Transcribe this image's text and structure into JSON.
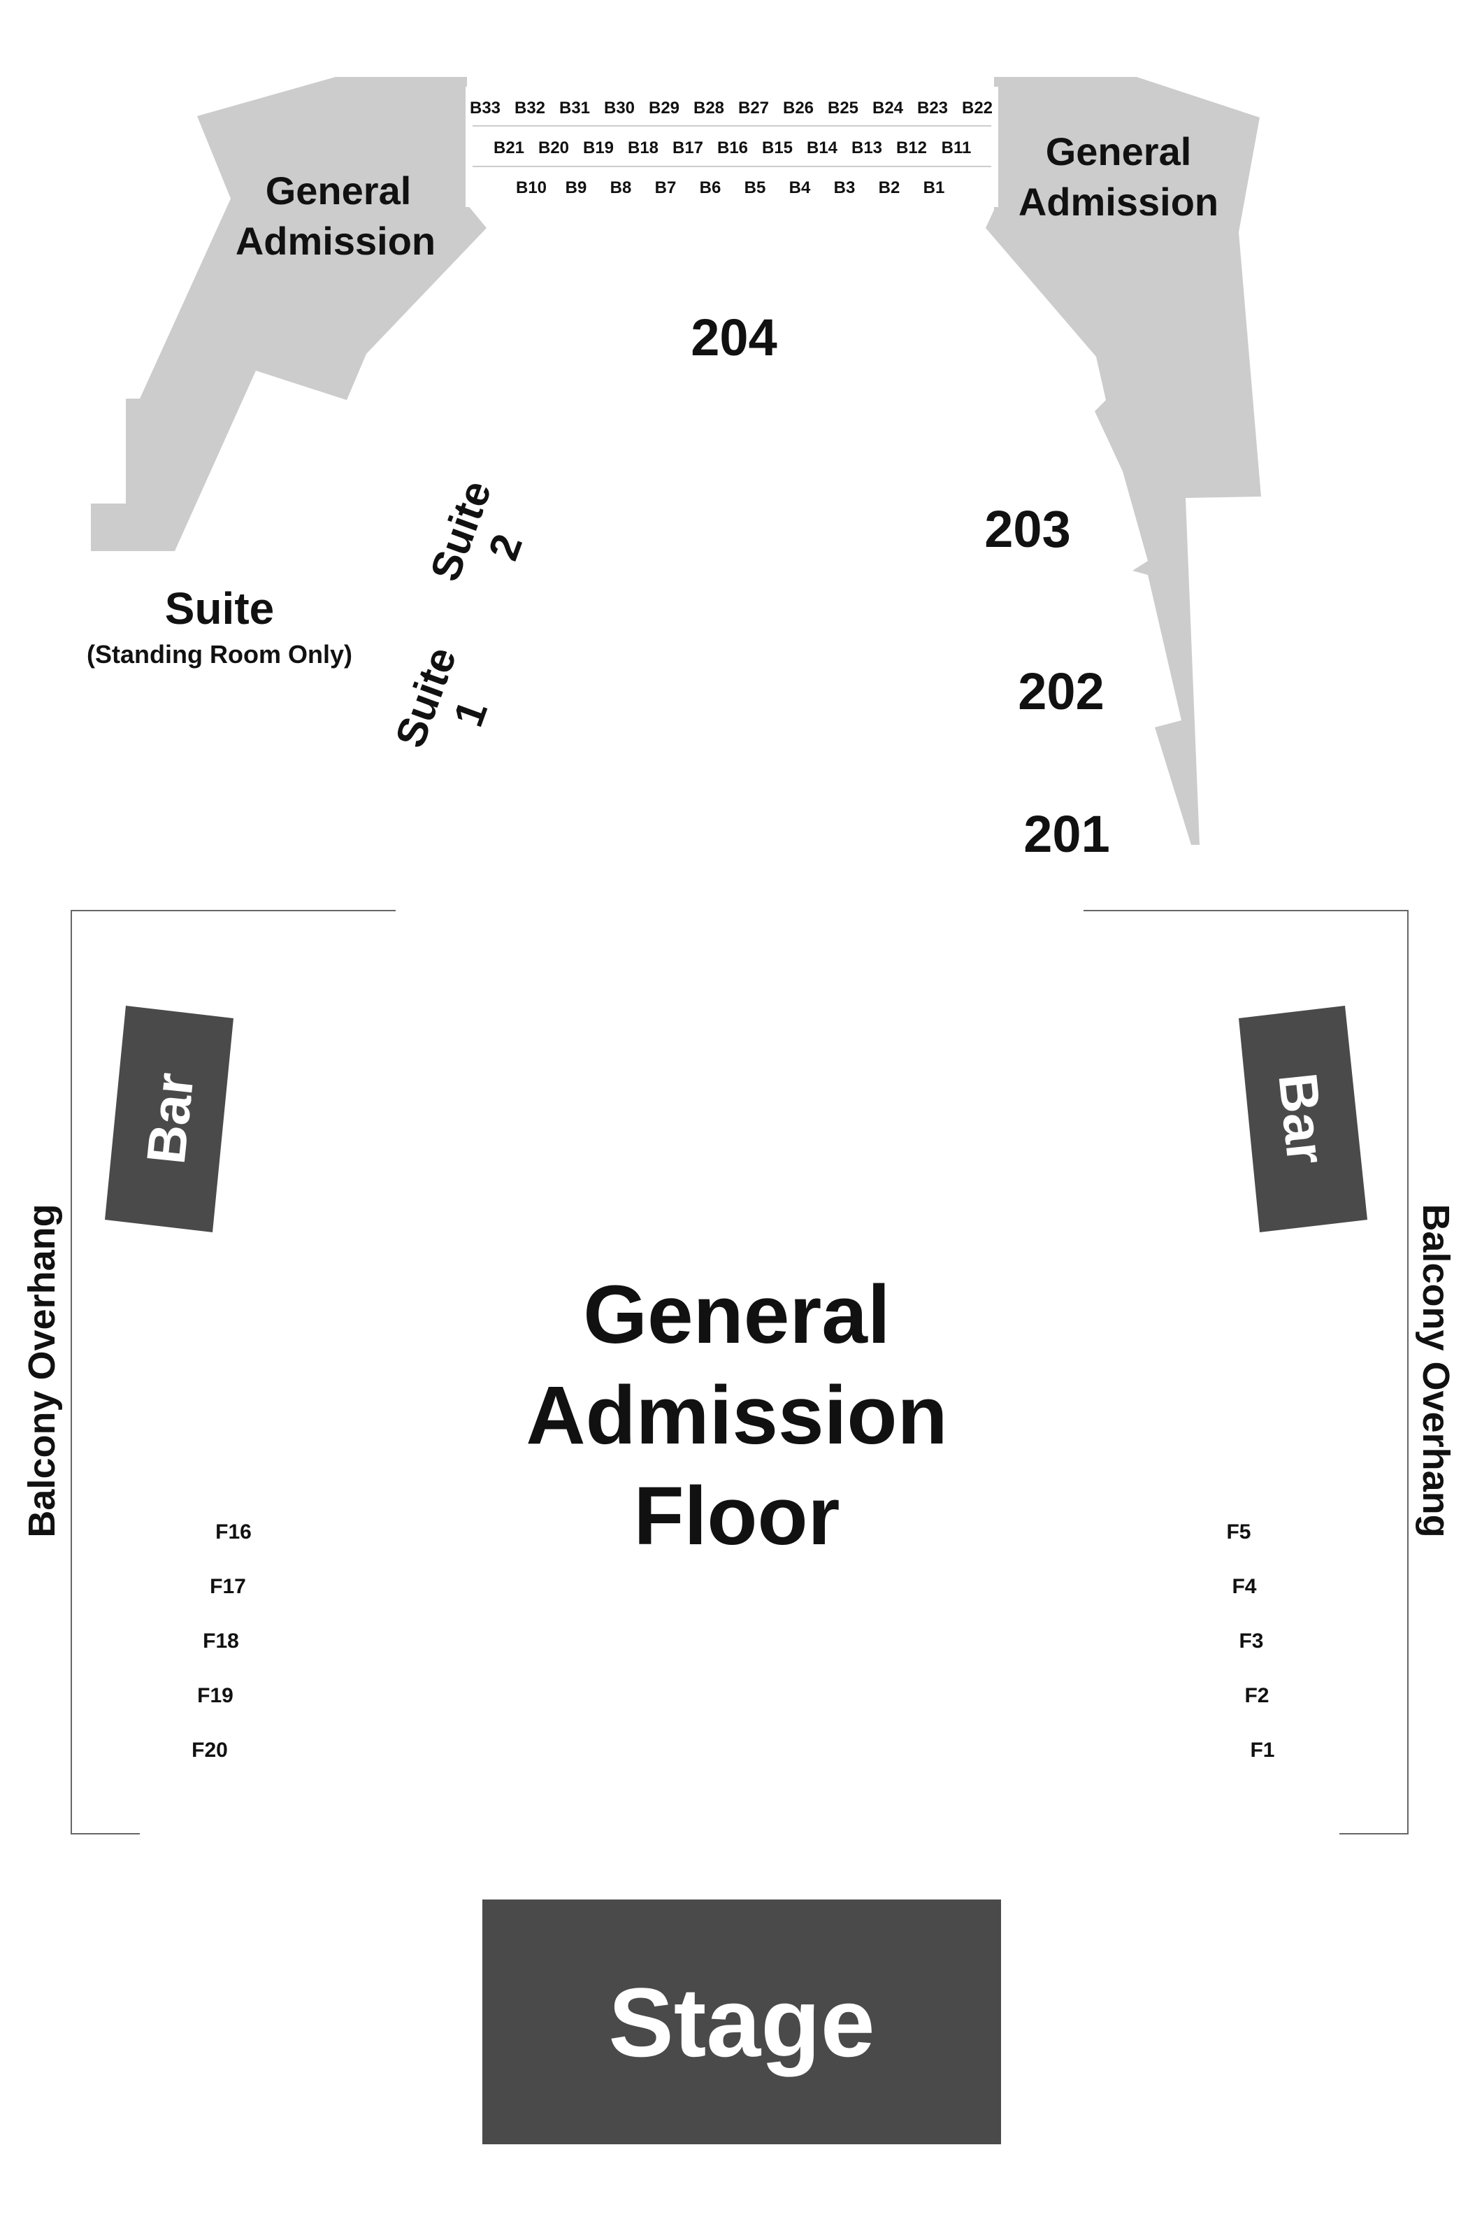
{
  "colors": {
    "balcony": "#cccccc",
    "dark": "#4a4a4a",
    "outline": "#666666",
    "text": "#111111",
    "white": "#ffffff"
  },
  "balcony": {
    "ga_left": [
      "General",
      "Admission"
    ],
    "ga_right": [
      "General",
      "Admission"
    ],
    "box_rows": [
      [
        "B33",
        "B32",
        "B31",
        "B30",
        "B29",
        "B28",
        "B27",
        "B26",
        "B25",
        "B24",
        "B23",
        "B22"
      ],
      [
        "B21",
        "B20",
        "B19",
        "B18",
        "B17",
        "B16",
        "B15",
        "B14",
        "B13",
        "B12",
        "B11"
      ],
      [
        "B10",
        "B9",
        "B8",
        "B7",
        "B6",
        "B5",
        "B4",
        "B3",
        "B2",
        "B1"
      ]
    ]
  },
  "sections": {
    "s204": "204",
    "s203": "203",
    "s202": "202",
    "s201": "201"
  },
  "suites": {
    "standing_title": "Suite",
    "standing_note": "(Standing Room Only)",
    "suite2": [
      "Suite",
      "2"
    ],
    "suite1": [
      "Suite",
      "1"
    ]
  },
  "floor": {
    "lines": [
      "General",
      "Admission",
      "Floor"
    ],
    "bar_left": "Bar",
    "bar_right": "Bar",
    "overhang_left": "Balcony Overhang",
    "overhang_right": "Balcony Overhang",
    "f_left": [
      "F16",
      "F17",
      "F18",
      "F19",
      "F20"
    ],
    "f_right": [
      "F5",
      "F4",
      "F3",
      "F2",
      "F1"
    ]
  },
  "stage": {
    "label": "Stage"
  }
}
